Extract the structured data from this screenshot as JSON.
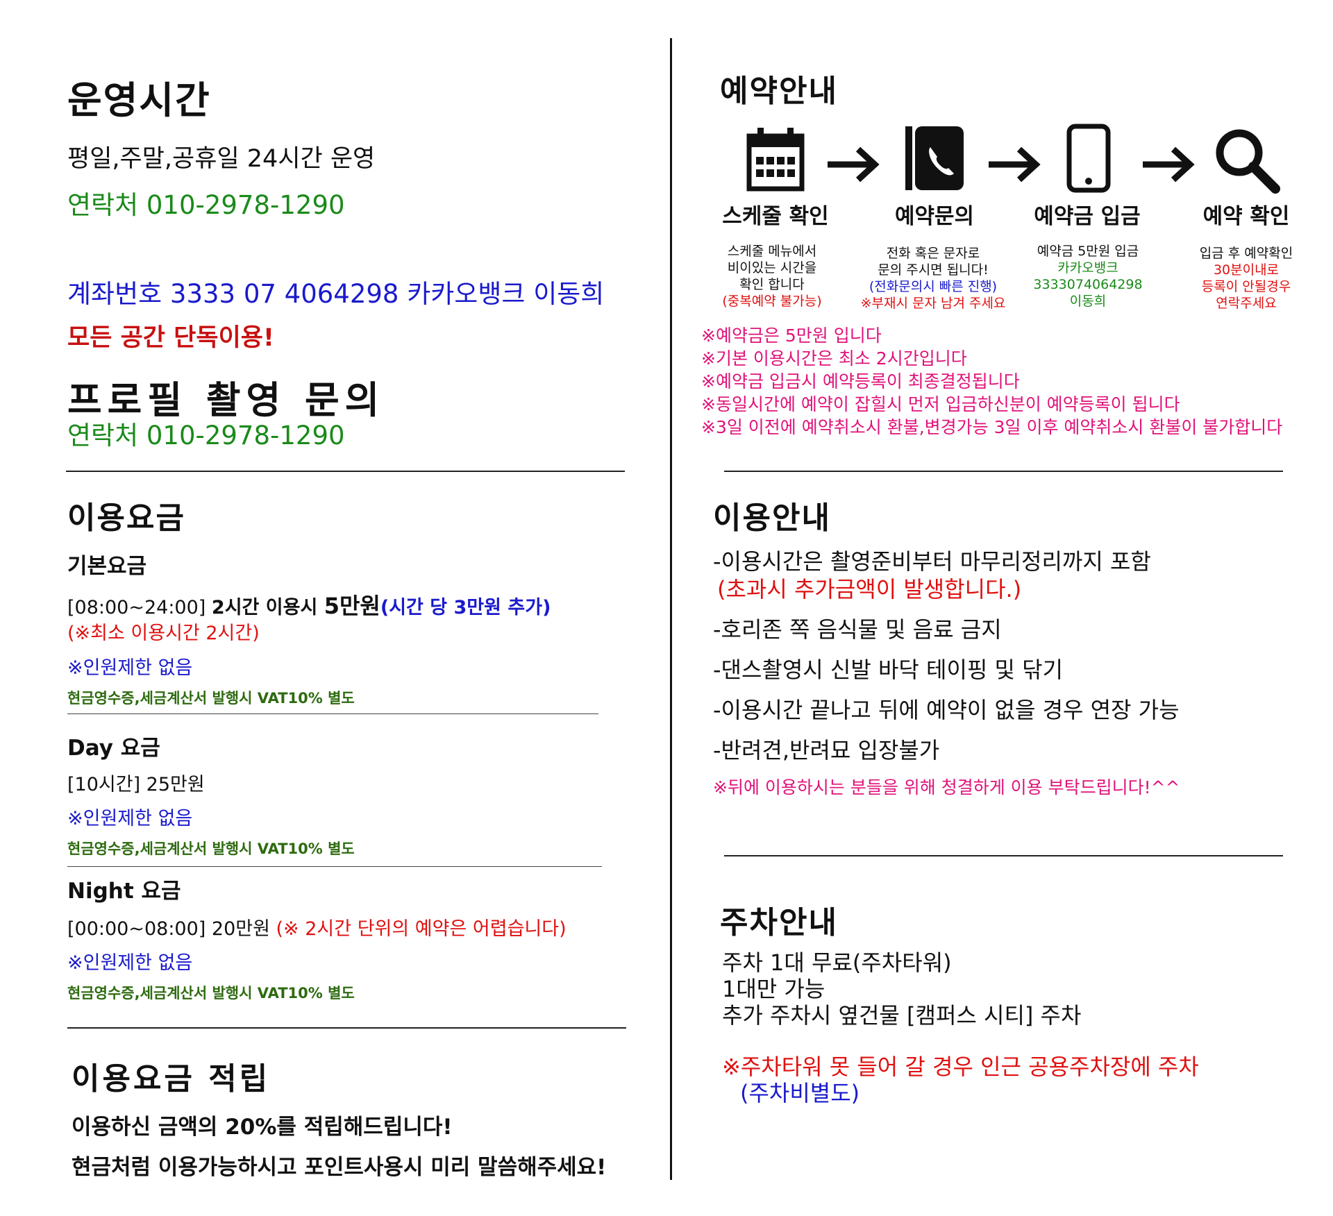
{
  "left": {
    "hours": {
      "title": "운영시간",
      "desc": "평일,주말,공휴일 24시간 운영",
      "contact": "연락처 010-2978-1290",
      "account": "계좌번호 3333 07 4064298 카카오뱅크 이동희",
      "exclusive": "모든 공간 단독이용!"
    },
    "profile": {
      "title": "프로필 촬영 문의",
      "contact": "연락처 010-2978-1290"
    },
    "fees": {
      "title": "이용요금",
      "basic": {
        "title": "기본요금",
        "line_time": "[08:00~24:00] ",
        "line_use": "2시간 이용시 ",
        "line_price": "5만원",
        "line_extra": "(시간 당 3만원 추가)",
        "min_note": "(※최소 이용시간 2시간)",
        "people": "※인원제한 없음",
        "vat": "현금영수증,세금계산서 발행시 VAT10% 별도"
      },
      "day": {
        "title": "Day 요금",
        "line": "[10시간] 25만원",
        "people": "※인원제한 없음",
        "vat": "현금영수증,세금계산서 발행시 VAT10% 별도"
      },
      "night": {
        "title": "Night 요금",
        "line": "[00:00~08:00] 20만원 ",
        "note": "(※ 2시간 단위의 예약은 어렵습니다)",
        "people": "※인원제한 없음",
        "vat": "현금영수증,세금계산서 발행시 VAT10% 별도"
      }
    },
    "points": {
      "title": "이용요금 적립",
      "line1": "이용하신 금액의 20%를 적립해드립니다!",
      "line2": "현금처럼 이용가능하시고 포인트사용시 미리 말씀해주세요!"
    }
  },
  "right": {
    "reservation": {
      "title": "예약안내",
      "steps": [
        {
          "icon": "calendar-icon",
          "label": "스케줄 확인",
          "desc": [
            "스케줄 메뉴에서",
            "비이있는 시간을",
            "확인 합니다"
          ],
          "note": "(중복예약 불가능)"
        },
        {
          "icon": "phone-icon",
          "label": "예약문의",
          "desc": [
            "전화 혹은 문자로",
            "문의 주시면 됩니다!"
          ],
          "note_blue": "(전화문의시 빠른 진행)",
          "note": "※부재시 문자 남겨 주세요"
        },
        {
          "icon": "smartphone-icon",
          "label": "예약금 입금",
          "desc": [
            "예약금 5만원 입금"
          ],
          "green": [
            "카카오뱅크",
            "3333074064298",
            "이동희"
          ]
        },
        {
          "icon": "search-icon",
          "label": "예약 확인",
          "desc": [
            "입금 후 예약확인"
          ],
          "red": [
            "30분이내로",
            "등록이 안될경우",
            "연락주세요"
          ]
        }
      ],
      "notes": [
        "※예약금은 5만원 입니다",
        "※기본 이용시간은 최소 2시간입니다",
        "※예약금 입금시 예약등록이 최종결정됩니다",
        "※동일시간에 예약이 잡힐시 먼저 입금하신분이 예약등록이 됩니다",
        "※3일 이전에 예약취소시 환불,변경가능 3일 이후 예약취소시 환불이 불가합니다"
      ]
    },
    "usage": {
      "title": "이용안내",
      "item1": "-이용시간은 촬영준비부터 마무리정리까지 포함",
      "item1_note": "(초과시 추가금액이 발생합니다.)",
      "item2": "-호리존 쪽 음식물 및 음료 금지",
      "item3": "-댄스촬영시 신발 바닥 테이핑 및 닦기",
      "item4": "-이용시간 끝나고 뒤에 예약이 없을 경우 연장 가능",
      "item5": "-반려견,반려묘 입장불가",
      "note": "※뒤에 이용하시는 분들을 위해 청결하게 이용 부탁드립니다!^^"
    },
    "parking": {
      "title": "주차안내",
      "line1": "주차 1대 무료(주차타워)",
      "line2": "1대만 가능",
      "line3": "추가 주차시 옆건물 [캠퍼스 시티] 주차",
      "note": "※주차타워 못 들어 갈 경우 인근 공용주차장에 주차",
      "note2": "(주차비별도)"
    }
  }
}
